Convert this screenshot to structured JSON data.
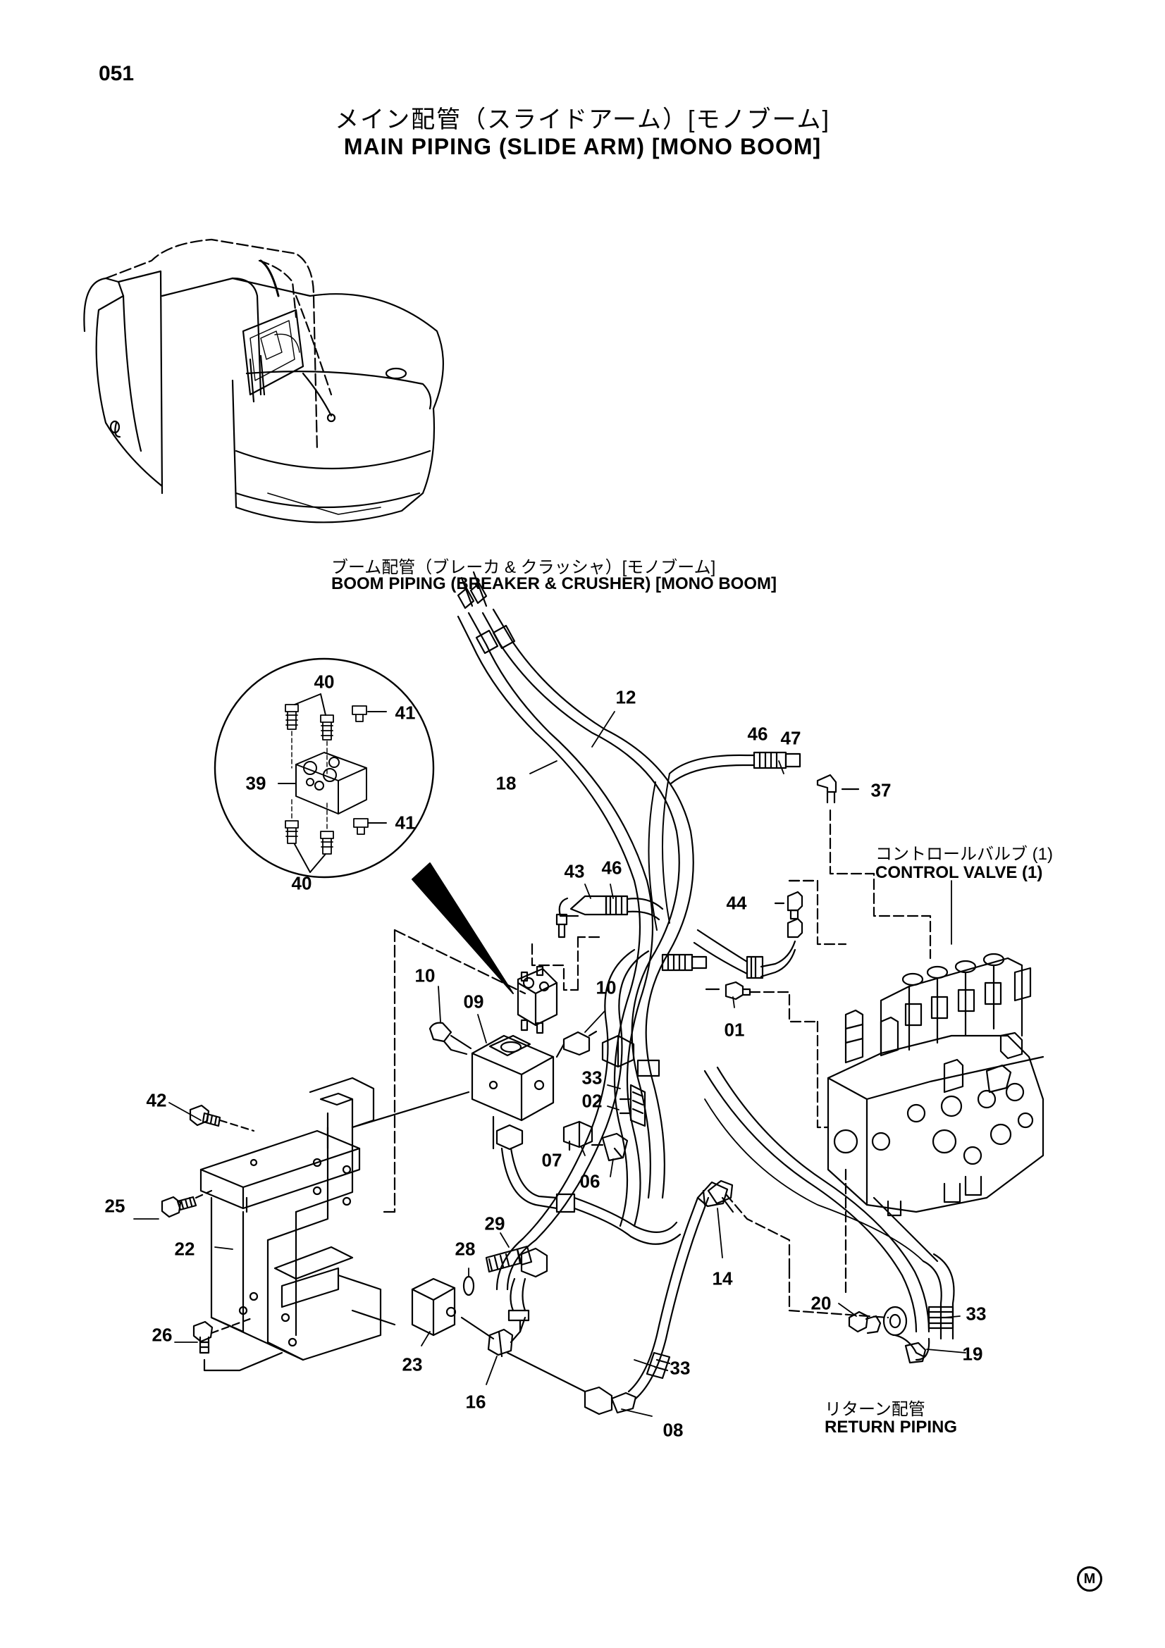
{
  "page_number": "051",
  "title_jp": "メイン配管（スライドアーム）[モノブーム]",
  "title_en": "MAIN PIPING (SLIDE ARM) [MONO BOOM]",
  "boom_label_jp": "ブーム配管（ブレーカ & クラッシャ）[モノブーム]",
  "boom_label_en": "BOOM PIPING (BREAKER & CRUSHER) [MONO BOOM]",
  "control_valve_jp": "コントロールバルブ (1)",
  "control_valve_en": "CONTROL VALVE (1)",
  "return_jp": "リターン配管",
  "return_en": "RETURN PIPING",
  "corner_mark": "M",
  "callouts": {
    "c40a": "40",
    "c41a": "41",
    "c39": "39",
    "c41b": "41",
    "c40b": "40",
    "c12": "12",
    "c18": "18",
    "c46a": "46",
    "c47": "47",
    "c37": "37",
    "c43": "43",
    "c46b": "46",
    "c44": "44",
    "c10a": "10",
    "c09": "09",
    "c10b": "10",
    "c01": "01",
    "c33a": "33",
    "c02": "02",
    "c42": "42",
    "c07": "07",
    "c06": "06",
    "c25": "25",
    "c22": "22",
    "c29": "29",
    "c28": "28",
    "c14": "14",
    "c20": "20",
    "c33b": "33",
    "c26": "26",
    "c23": "23",
    "c19": "19",
    "c16": "16",
    "c33c": "33",
    "c08": "08"
  }
}
